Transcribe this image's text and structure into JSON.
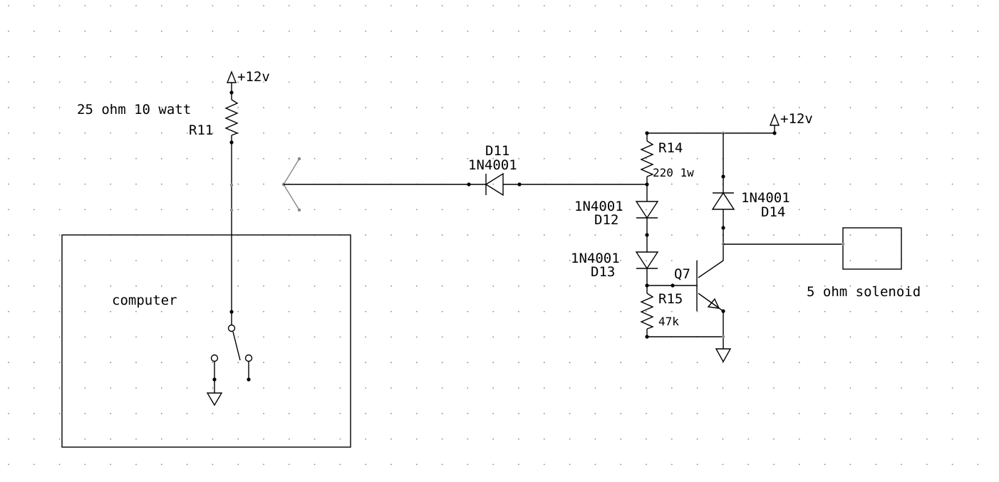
{
  "supply_left": "+12v",
  "supply_right": "+12v",
  "r11": {
    "value": "25 ohm 10 watt",
    "ref": "R11"
  },
  "d11": {
    "ref": "D11",
    "part": "1N4001"
  },
  "r14": {
    "ref": "R14",
    "value": "220 1w"
  },
  "d12": {
    "part": "1N4001",
    "ref": "D12"
  },
  "d13": {
    "part": "1N4001",
    "ref": "D13"
  },
  "d14": {
    "part": "1N4001",
    "ref": "D14"
  },
  "q7": {
    "ref": "Q7"
  },
  "r15": {
    "ref": "R15",
    "value": "47k"
  },
  "computer_label": "computer",
  "solenoid_label": "5 ohm solenoid"
}
